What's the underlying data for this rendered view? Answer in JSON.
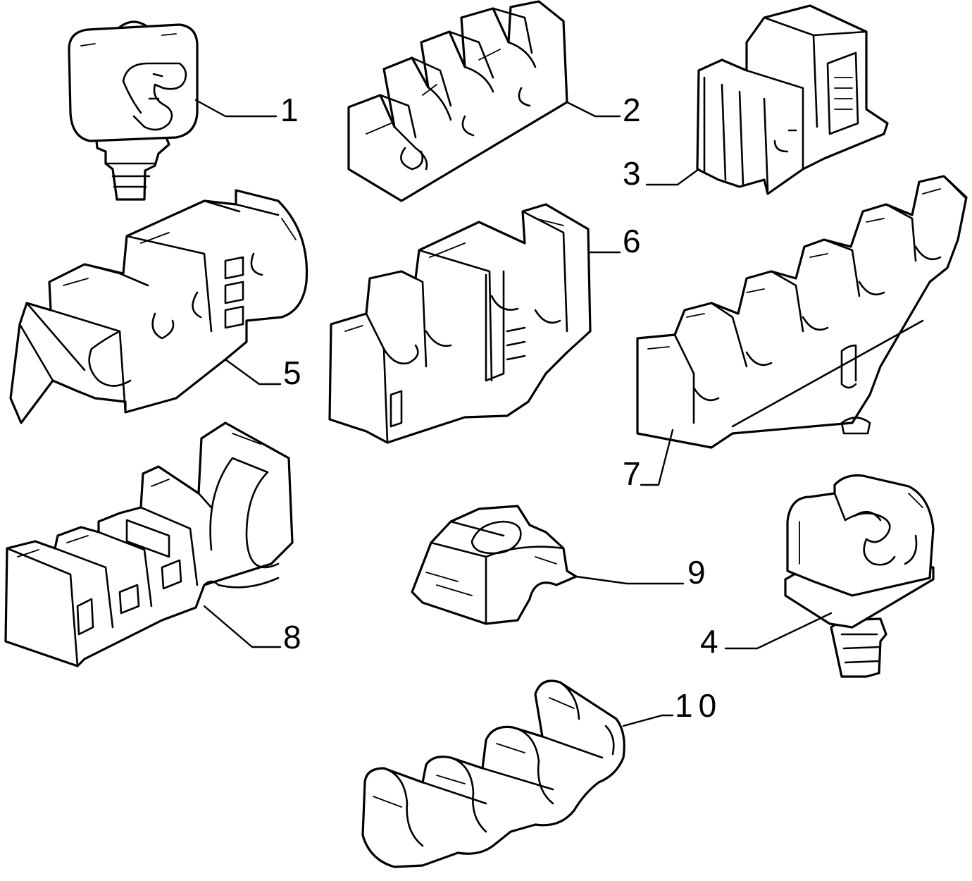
{
  "diagram": {
    "colors": {
      "line": "#000000",
      "background": "#ffffff"
    },
    "parts": [
      {
        "id": "p1",
        "label": "1",
        "icon": "pin-clip-single-icon"
      },
      {
        "id": "p2",
        "label": "2",
        "icon": "triple-pipe-clip-icon"
      },
      {
        "id": "p3",
        "label": "3",
        "icon": "box-clip-icon"
      },
      {
        "id": "p4",
        "label": "4",
        "icon": "pin-clip-plate-icon"
      },
      {
        "id": "p5",
        "label": "5",
        "icon": "double-pipe-bracket-icon"
      },
      {
        "id": "p6",
        "label": "6",
        "icon": "triple-pipe-bracket-icon"
      },
      {
        "id": "p7",
        "label": "7",
        "icon": "quad-pipe-holder-icon"
      },
      {
        "id": "p8",
        "label": "8",
        "icon": "large-pipe-holder-icon"
      },
      {
        "id": "p9",
        "label": "9",
        "icon": "saddle-clamp-icon"
      },
      {
        "id": "p10",
        "label": "10",
        "icon": "double-spring-clip-icon"
      }
    ]
  }
}
